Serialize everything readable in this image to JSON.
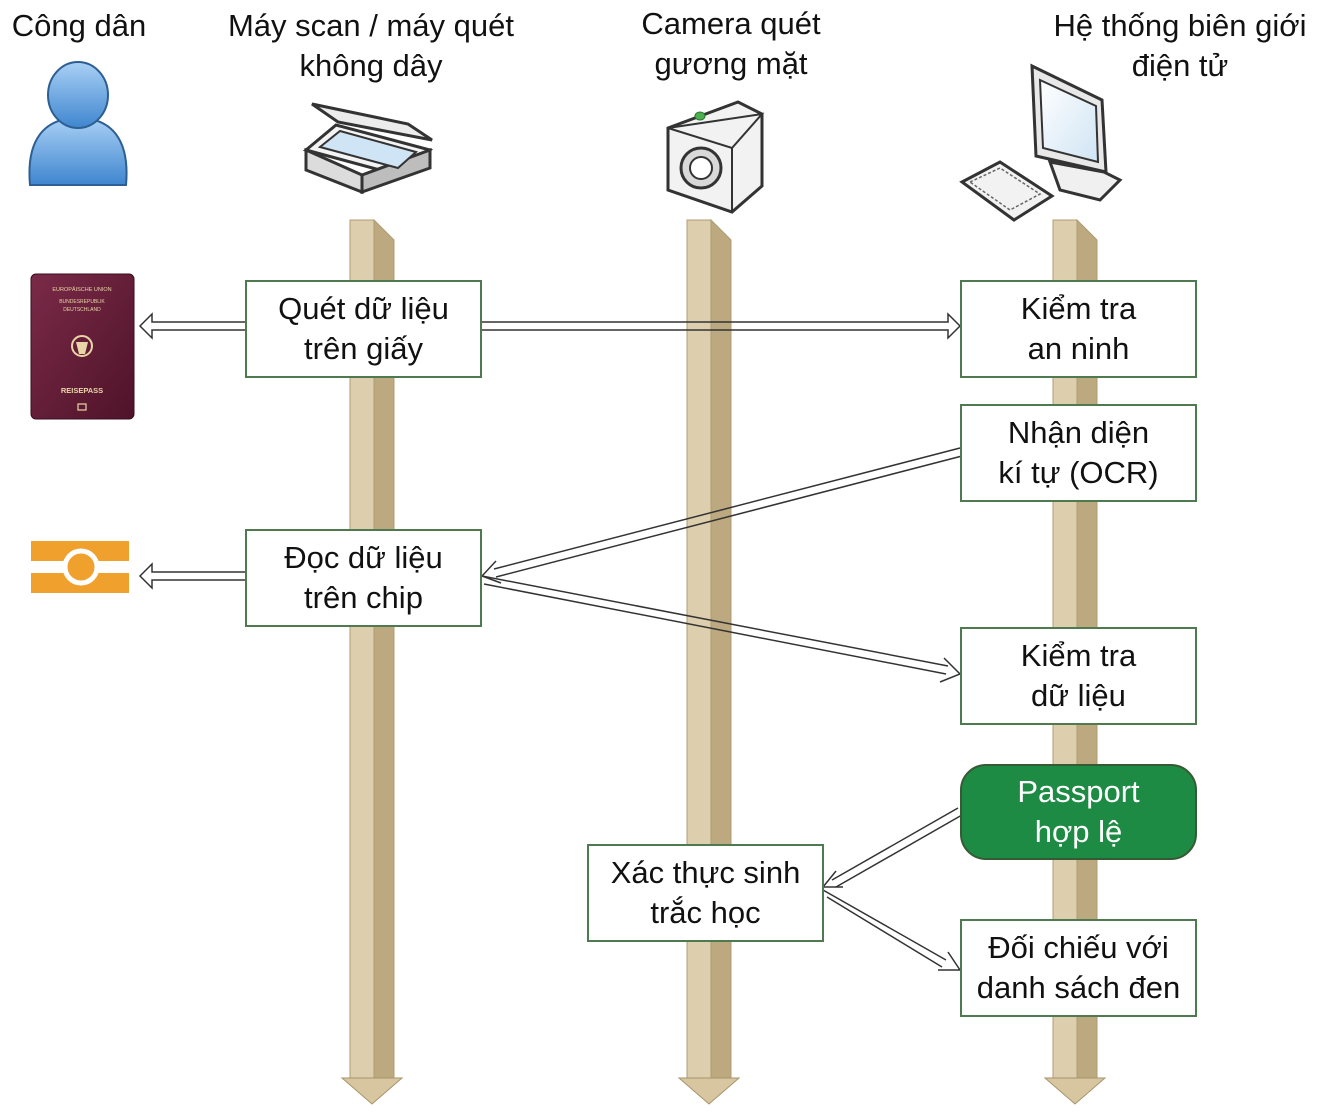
{
  "columns": [
    {
      "id": "citizen",
      "title": "Công dân",
      "icon": "person-icon"
    },
    {
      "id": "scanner",
      "title": "Máy scan / máy quét\nkhông dây",
      "icon": "scanner-icon"
    },
    {
      "id": "camera",
      "title": "Camera quét\ngương mặt",
      "icon": "camera-icon"
    },
    {
      "id": "border",
      "title": "Hệ thống biên giới\nđiện tử",
      "icon": "computer-icon"
    }
  ],
  "steps": {
    "scan_paper": "Quét dữ liệu\ntrên giấy",
    "security_check": "Kiểm tra\nan ninh",
    "ocr": "Nhận diện\nkí tự (OCR)",
    "read_chip": "Đọc dữ liệu\ntrên chip",
    "data_check": "Kiểm tra\ndữ liệu",
    "passport_valid": "Passport\nhợp lệ",
    "biometric": "Xác thực sinh\ntrắc học",
    "blacklist": "Đối chiếu với\ndanh sách đen"
  },
  "passport": {
    "union": "EUROPÄISCHE UNION",
    "country_de": "BUNDESREPUBLIK",
    "country": "DEUTSCHLAND",
    "label": "REISEPASS"
  },
  "colors": {
    "lifeline_front": "#d9c9a6",
    "lifeline_side": "#b8a57f",
    "box_border": "#4f7a4f",
    "ok_fill": "#1d8b43",
    "passport_fill": "#6b1f3a",
    "chip_orange": "#f0a02c"
  },
  "icons": [
    "person-icon",
    "scanner-icon",
    "camera-icon",
    "computer-icon",
    "passport-icon",
    "chip-card-icon"
  ]
}
